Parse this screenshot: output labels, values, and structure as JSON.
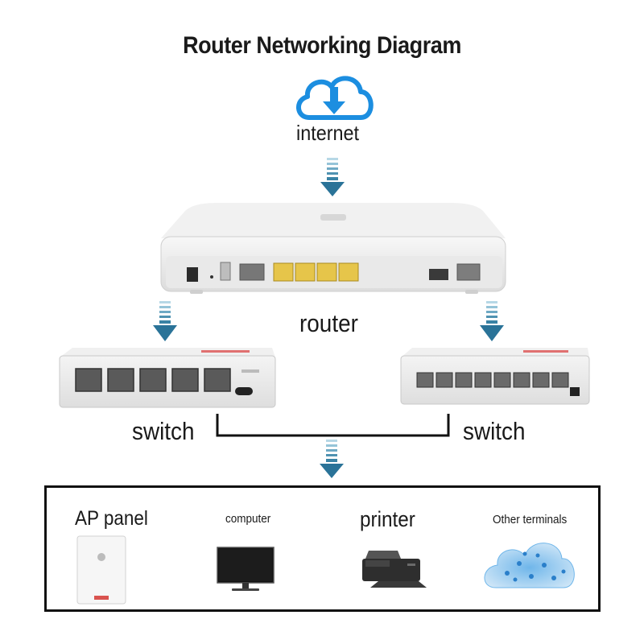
{
  "title": "Router Networking Diagram",
  "nodes": {
    "internet": "internet",
    "router": "router",
    "switch_left": "switch",
    "switch_right": "switch"
  },
  "terminals": {
    "ap_panel": "AP panel",
    "computer": "computer",
    "printer": "printer",
    "other": "Other terminals"
  },
  "colors": {
    "arrow": "#2a7fa6",
    "cloud": "#1c8ee0",
    "router_port": "#e0c040",
    "line": "#111111"
  }
}
